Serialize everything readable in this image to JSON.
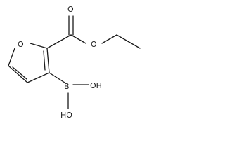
{
  "molecule": {
    "atoms": {
      "ring_oxygen": "O",
      "carbonyl_oxygen": "O",
      "ester_oxygen": "O",
      "boron": "B",
      "hydroxyl_right": "OH",
      "hydroxyl_lower": "HO"
    },
    "colors": {
      "bond": "#1a1a1a",
      "label": "#1a1a1a",
      "background": "#ffffff"
    }
  }
}
